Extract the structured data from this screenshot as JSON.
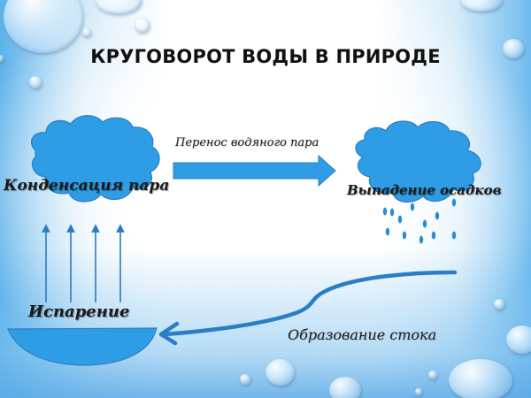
{
  "slide": {
    "title": "КРУГОВОРОТ ВОДЫ В ПРИРОДЕ",
    "labels": {
      "condensation": "Конденсация пара",
      "vapor_transfer": "Перенос водяного пара",
      "precipitation": "Выпадение осадков",
      "evaporation": "Испарение",
      "runoff": "Образование стока"
    },
    "icons": {
      "left_cloud": "cloud-icon",
      "right_cloud": "rain-cloud-icon",
      "transfer_arrow": "arrow-right-icon",
      "evaporation_arrows": "arrows-up-icon",
      "water_body": "water-basin-icon",
      "runoff_arrow": "curved-arrow-left-icon",
      "rain_drops": "raindrops-icon"
    },
    "colors": {
      "shape_fill": "#2e9de6",
      "shape_stroke": "#2b7ec2",
      "arrow_line": "#2c7bbf",
      "text": "#1a1a1a"
    }
  }
}
